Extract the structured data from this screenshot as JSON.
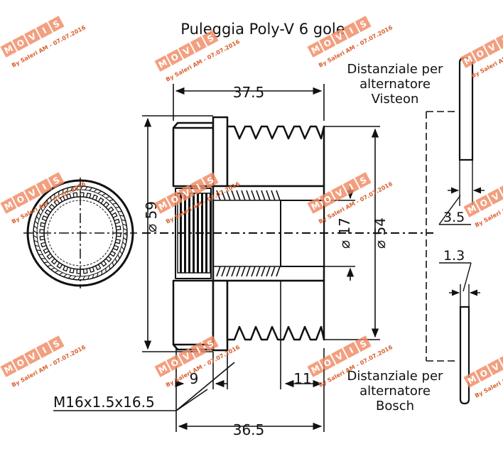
{
  "title": "Puleggia Poly-V 6 gole",
  "dimensions": {
    "total_width": "37.5",
    "body_width": "36.5",
    "outer_diameter": "⌀ 59",
    "bore_diameter": "⌀ 17",
    "groove_diameter": "⌀ 54",
    "left_offset": "9",
    "right_offset": "11",
    "thread_spec": "M16x1.5x16.5",
    "spacer_top_thickness": "3.5",
    "spacer_bottom_thickness": "1.3"
  },
  "spacer_visteon": {
    "line1": "Distanziale per",
    "line2": "alternatore",
    "line3": "Visteon"
  },
  "spacer_bosch": {
    "line1": "Distanziale per",
    "line2": "alternatore",
    "line3": "Bosch"
  },
  "watermark": {
    "brand": "MOVIS",
    "signature": "By Saleri AM - 07.07.2016"
  },
  "colors": {
    "ink": "#111111",
    "watermark": "#f08a63"
  }
}
